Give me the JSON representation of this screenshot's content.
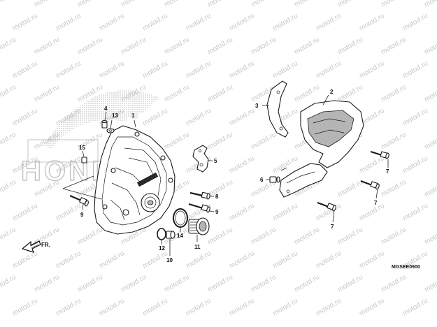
{
  "watermark": {
    "text": "motod.ru",
    "color": "#c8c8c8"
  },
  "logo": {
    "brand": "HONDA"
  },
  "direction_arrow": {
    "label": "FR."
  },
  "diagram_code": "MGSEE0900",
  "callouts": {
    "c1": "1",
    "c2": "2",
    "c3": "3",
    "c4": "4",
    "c5": "5",
    "c6": "6",
    "c7a": "7",
    "c7b": "7",
    "c7c": "7",
    "c8": "8",
    "c9a": "9",
    "c9b": "9",
    "c10": "10",
    "c11": "11",
    "c12": "12",
    "c13": "13",
    "c14": "14",
    "c15": "15"
  }
}
